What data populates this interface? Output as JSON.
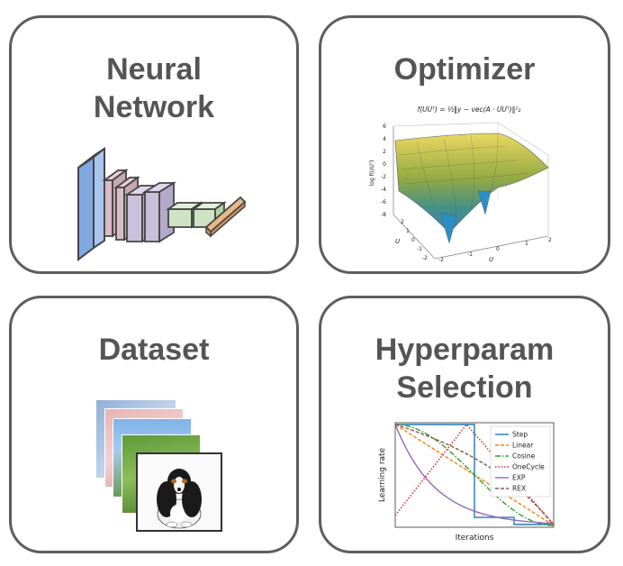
{
  "cards": {
    "neural_network": {
      "title_line1": "Neural",
      "title_line2": "Network"
    },
    "optimizer": {
      "title": "Optimizer",
      "formula": "f(UUᵀ) = ½‖y − vec(A · UUᵀ)‖²₂",
      "z_axis_label": "log f(UUᵀ)",
      "z_ticks": [
        "6",
        "4",
        "2",
        "0",
        "-2",
        "-4",
        "-6",
        "-8"
      ],
      "u_axis_label": "U",
      "u_ticks_left": [
        "2",
        "1",
        "0",
        "-1",
        "-2"
      ],
      "u_ticks_bottom": [
        "-2",
        "-1",
        "0",
        "1",
        "2"
      ]
    },
    "dataset": {
      "title": "Dataset"
    },
    "hyperparam": {
      "title_line1": "Hyperparam",
      "title_line2": "Selection",
      "x_label": "Iterations",
      "y_label": "Learning rate",
      "legend": [
        "Step",
        "Linear",
        "Cosine",
        "OneCycle",
        "EXP",
        "REX"
      ]
    }
  },
  "colors": {
    "border": "#5e5e5e",
    "title": "#555555",
    "step": "#1f77b4",
    "linear": "#ff7f0e",
    "cosine": "#2ca02c",
    "onecycle": "#d62728",
    "exp": "#9467bd",
    "rex": "#8c564b"
  }
}
